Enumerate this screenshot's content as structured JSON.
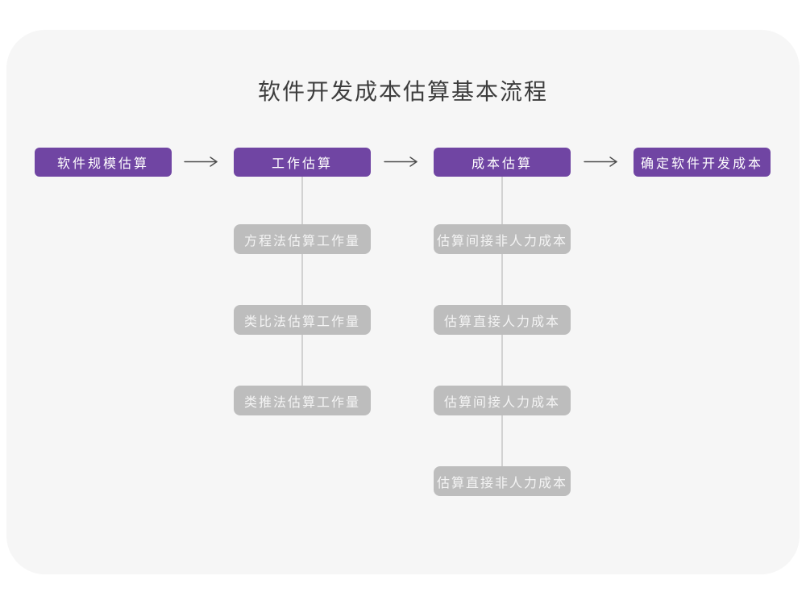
{
  "title": "软件开发成本估算基本流程",
  "flow": {
    "main_steps": [
      "软件规模估算",
      "工作估算",
      "成本估算",
      "确定软件开发成本"
    ],
    "work_estimation_methods": [
      "方程法估算工作量",
      "类比法估算工作量",
      "类推法估算工作量"
    ],
    "cost_estimation_steps": [
      "估算间接非人力成本",
      "估算直接人力成本",
      "估算间接人力成本",
      "估算直接非人力成本"
    ]
  },
  "colors": {
    "step_box": "#7045A3",
    "sub_box": "#BDBDBD",
    "card_background": "#F6F6F6",
    "arrow": "#4D4D4D",
    "connector": "#D2D2D2",
    "title_text": "#3D3D3D",
    "box_text": "#FFFFFF"
  }
}
